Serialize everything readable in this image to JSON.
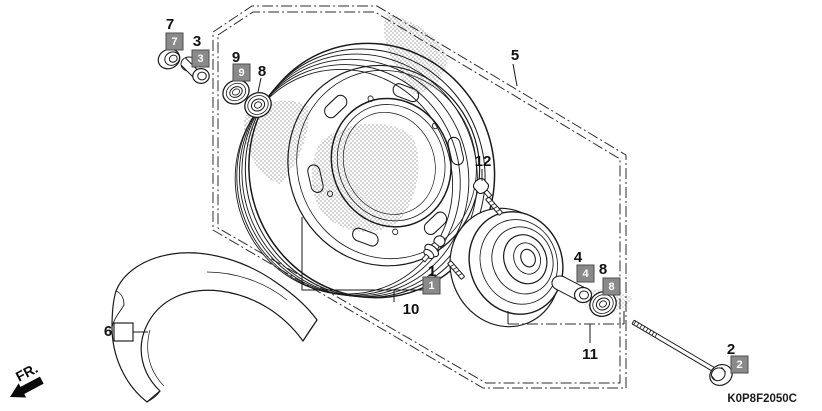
{
  "diagram_code": "K0P8F2050C",
  "front_marker": "FR.",
  "colors": {
    "background": "#ffffff",
    "line": "#1a1a1a",
    "highlight_box_bg": "#8a8a8a",
    "highlight_box_border": "#4d4d4d",
    "highlight_box_number": "#ffffff",
    "label_text": "#111111"
  },
  "callouts": [
    {
      "number": "7",
      "boxed": true,
      "box_style": "highlighted"
    },
    {
      "number": "3",
      "boxed": true,
      "box_style": "highlighted"
    },
    {
      "number": "9",
      "boxed": true,
      "box_style": "highlighted"
    },
    {
      "number": "8",
      "boxed": false,
      "box_style": "none",
      "position": "top"
    },
    {
      "number": "5",
      "boxed": false,
      "box_style": "none"
    },
    {
      "number": "12",
      "boxed": false,
      "box_style": "none"
    },
    {
      "number": "1",
      "boxed": true,
      "box_style": "highlighted"
    },
    {
      "number": "10",
      "boxed": false,
      "box_style": "none"
    },
    {
      "number": "11",
      "boxed": false,
      "box_style": "none"
    },
    {
      "number": "4",
      "boxed": true,
      "box_style": "highlighted"
    },
    {
      "number": "8",
      "boxed": true,
      "box_style": "highlighted",
      "position": "bottom"
    },
    {
      "number": "2",
      "boxed": true,
      "box_style": "highlighted"
    },
    {
      "number": "6",
      "boxed": true,
      "box_style": "empty-white"
    }
  ]
}
